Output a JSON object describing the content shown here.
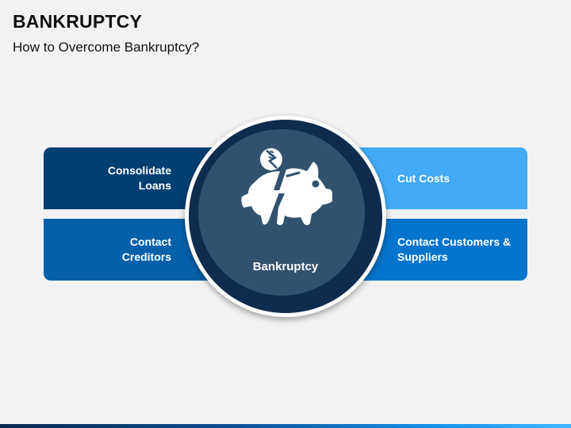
{
  "header": {
    "title": "BANKRUPTCY",
    "subtitle": "How to Overcome Bankruptcy?"
  },
  "boxes": {
    "top_left": "Consolidate\nLoans",
    "bottom_left": "Contact\nCreditors",
    "top_right": "Cut Costs",
    "bottom_right": "Contact Customers &\nSuppliers"
  },
  "center": {
    "label": "Bankruptcy",
    "icon": "broken-piggy-bank-icon"
  },
  "colors": {
    "top_left": "#003f72",
    "bottom_left": "#0460a9",
    "top_right": "#42aaf7",
    "bottom_right": "#0574cc",
    "circle_ring": "#0e2c4e",
    "circle_fill": "#31526f"
  }
}
